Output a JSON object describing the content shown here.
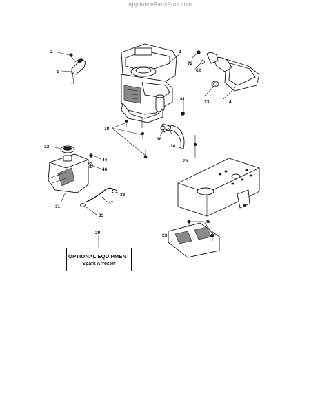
{
  "watermark": "AppliancePartsPros.com",
  "callouts": {
    "c1": "1",
    "c2": "2",
    "c3": "3",
    "c4": "4",
    "c13": "13",
    "c14": "14",
    "c23": "23",
    "c29": "29",
    "c31": "31",
    "c32": "32",
    "c33a": "33",
    "c33b": "33",
    "c37": "37",
    "c38": "38",
    "c44": "44",
    "c45": "45",
    "c46": "46",
    "c62": "62",
    "c72": "72",
    "c78a": "78",
    "c78b": "78",
    "c81": "81"
  },
  "optional_box": {
    "title": "OPTIONAL EQUIPMENT",
    "subtitle": "Spark Arrester"
  }
}
